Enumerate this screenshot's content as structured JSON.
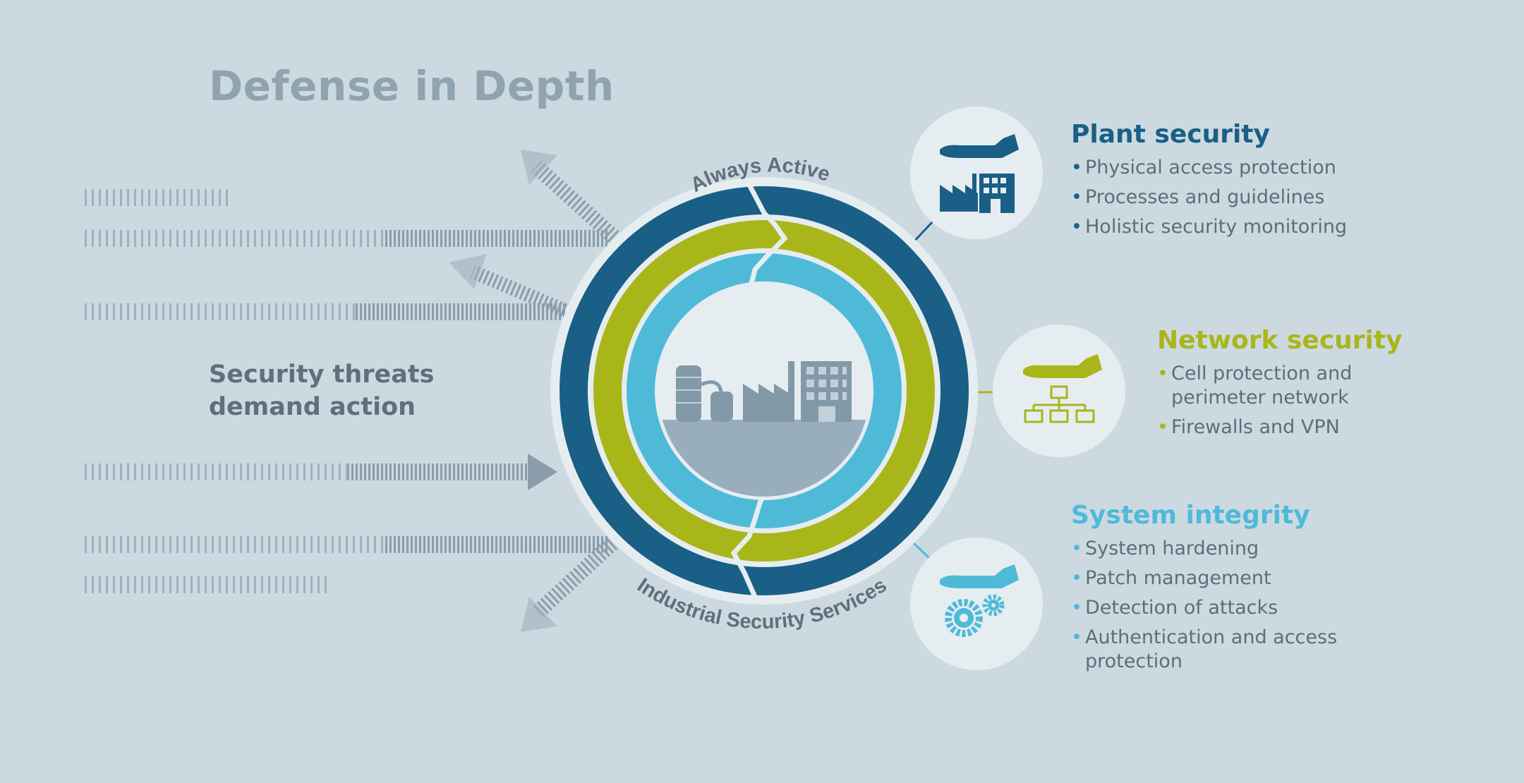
{
  "title": "Defense in Depth",
  "threats": {
    "line1": "Security threats",
    "line2": "demand action"
  },
  "ring_labels": {
    "top": "Always Active",
    "bottom": "Industrial Security Services"
  },
  "sections": {
    "plant": {
      "title": "Plant security",
      "items": [
        "Physical access protection",
        "Processes and guidelines",
        "Holistic security monitoring"
      ]
    },
    "network": {
      "title": "Network security",
      "items": [
        "Cell protection and",
        "perimeter network",
        "Firewalls and VPN"
      ]
    },
    "system": {
      "title": "System integrity",
      "items": [
        "System hardening",
        "Patch management",
        "Detection of attacks",
        "Authentication and access",
        "protection"
      ]
    }
  },
  "colors": {
    "background": "#cdd9e1",
    "plant": "#1a5f86",
    "network": "#a8b61a",
    "system": "#4fbad8",
    "text": "#5e6d78",
    "title": "#8fa3b1",
    "core": "#99aebd",
    "factory": "#8299a8"
  },
  "icons": {
    "plant": "hand-over-factory-icon",
    "network": "hand-over-network-icon",
    "system": "hand-over-gears-icon",
    "core": "industrial-plant-icon"
  }
}
